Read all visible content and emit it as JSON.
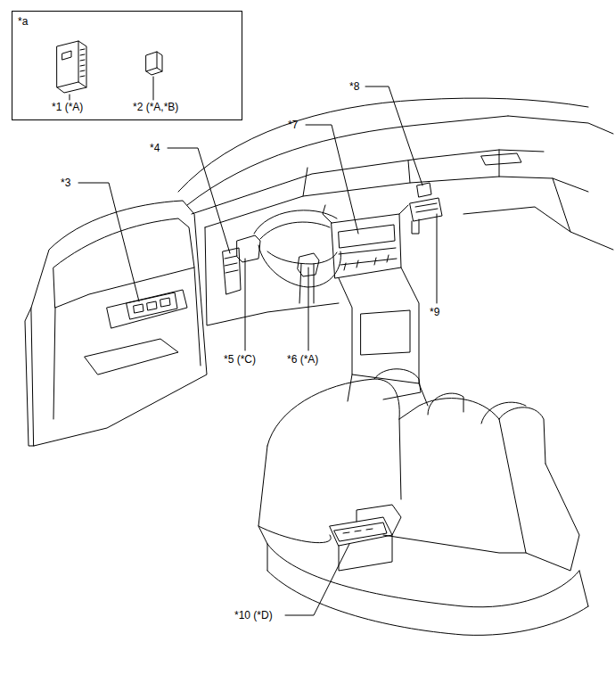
{
  "diagram": {
    "nodes": [
      {
        "text": [
          "*a",
          "*1 (*A)",
          "*2 (*A,*B)"
        ]
      }
    ],
    "labels": [
      "*8",
      "*7",
      "*4",
      "*3",
      "*9",
      "*5 (*C)",
      "*6 (*A)",
      "*10 (*D)"
    ]
  }
}
